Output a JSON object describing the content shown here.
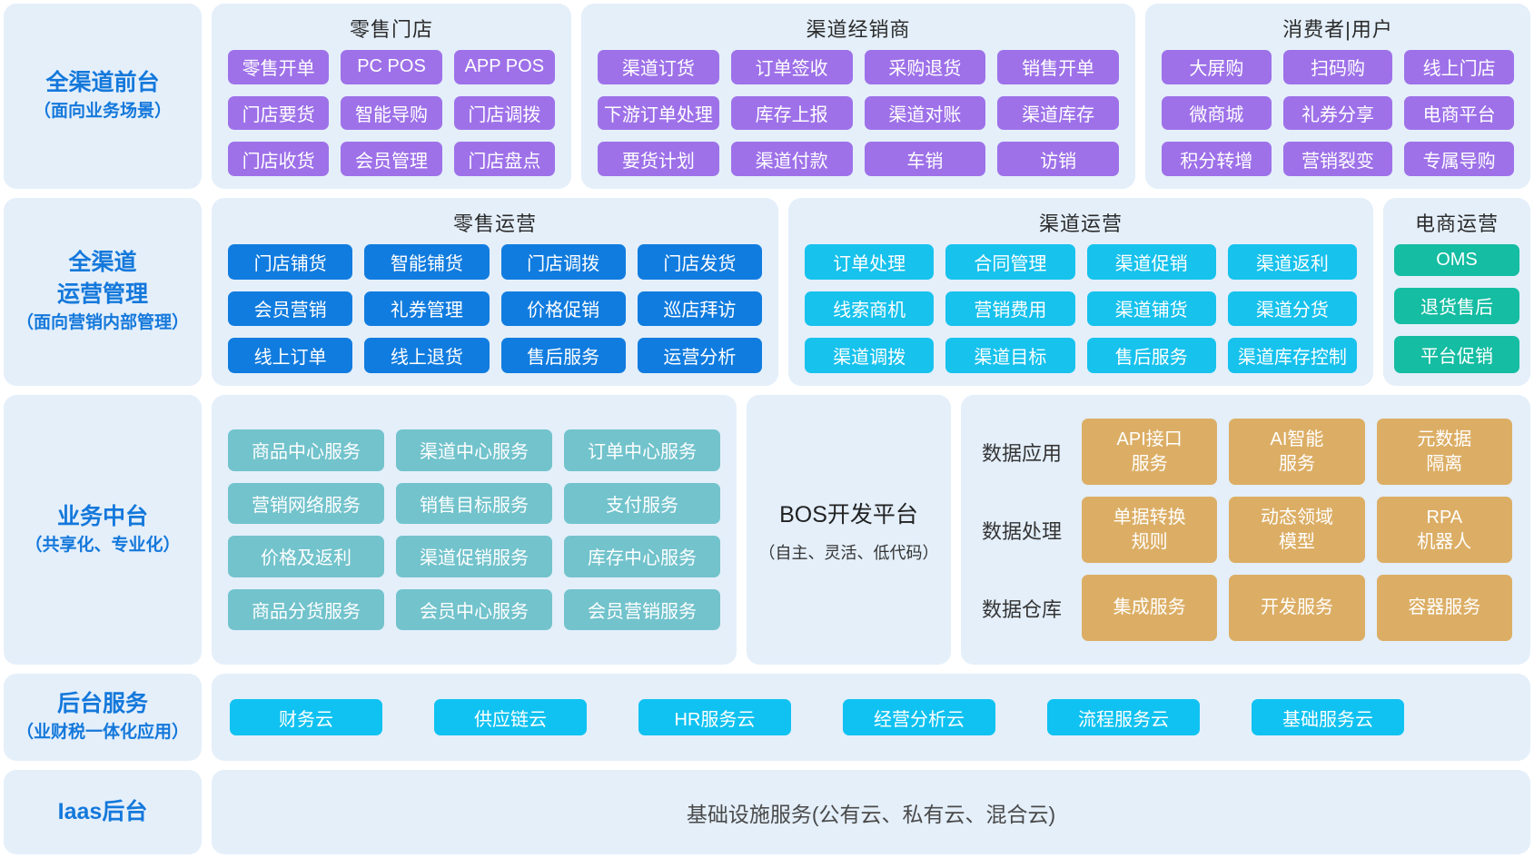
{
  "colors": {
    "panel_bg": "#E4EFFA",
    "purple": "#9E71E9",
    "blue": "#117CDF",
    "cyan": "#17C2ED",
    "green": "#15BDA2",
    "teal_muted": "#72C3CC",
    "gold": "#DCAE65",
    "bright_cyan": "#10C2F1",
    "label_blue": "#1478DB",
    "title_dark": "#2B2B2B"
  },
  "front": {
    "label_line1": "全渠道前台",
    "label_line2": "（面向业务场景）",
    "retail_store": {
      "title": "零售门店",
      "buttons": [
        "零售开单",
        "PC POS",
        "APP POS",
        "门店要货",
        "智能导购",
        "门店调拨",
        "门店收货",
        "会员管理",
        "门店盘点"
      ]
    },
    "dealer": {
      "title": "渠道经销商",
      "buttons": [
        "渠道订货",
        "订单签收",
        "采购退货",
        "销售开单",
        "下游订单处理",
        "库存上报",
        "渠道对账",
        "渠道库存",
        "要货计划",
        "渠道付款",
        "车销",
        "访销"
      ]
    },
    "consumer": {
      "title": "消费者|用户",
      "buttons": [
        "大屏购",
        "扫码购",
        "线上门店",
        "微商城",
        "礼券分享",
        "电商平台",
        "积分转增",
        "营销裂变",
        "专属导购"
      ]
    }
  },
  "ops": {
    "label_line1": "全渠道",
    "label_line2": "运营管理",
    "label_line3": "（面向营销内部管理）",
    "retail_ops": {
      "title": "零售运营",
      "buttons": [
        "门店铺货",
        "智能铺货",
        "门店调拨",
        "门店发货",
        "会员营销",
        "礼券管理",
        "价格促销",
        "巡店拜访",
        "线上订单",
        "线上退货",
        "售后服务",
        "运营分析"
      ]
    },
    "channel_ops": {
      "title": "渠道运营",
      "buttons": [
        "订单处理",
        "合同管理",
        "渠道促销",
        "渠道返利",
        "线索商机",
        "营销费用",
        "渠道铺货",
        "渠道分货",
        "渠道调拨",
        "渠道目标",
        "售后服务",
        "渠道库存控制"
      ]
    },
    "ecom_ops": {
      "title": "电商运营",
      "buttons": [
        "OMS",
        "退货售后",
        "平台促销"
      ]
    }
  },
  "middle": {
    "label_line1": "业务中台",
    "label_line2": "（共享化、专业化）",
    "services": [
      "商品中心服务",
      "渠道中心服务",
      "订单中心服务",
      "营销网络服务",
      "销售目标服务",
      "支付服务",
      "价格及返利",
      "渠道促销服务",
      "库存中心服务",
      "商品分货服务",
      "会员中心服务",
      "会员营销服务"
    ],
    "bos_title": "BOS开发平台",
    "bos_subtitle": "（自主、灵活、低代码）",
    "data_rows": [
      {
        "label": "数据应用",
        "buttons": [
          [
            "API接口",
            "服务"
          ],
          [
            "AI智能",
            "服务"
          ],
          [
            "元数据",
            "隔离"
          ]
        ]
      },
      {
        "label": "数据处理",
        "buttons": [
          [
            "单据转换",
            "规则"
          ],
          [
            "动态领域",
            "模型"
          ],
          [
            "RPA",
            "机器人"
          ]
        ]
      },
      {
        "label": "数据仓库",
        "buttons": [
          [
            "集成服务"
          ],
          [
            "开发服务"
          ],
          [
            "容器服务"
          ]
        ]
      }
    ]
  },
  "backend": {
    "label_line1": "后台服务",
    "label_line2": "（业财税一体化应用）",
    "buttons": [
      "财务云",
      "供应链云",
      "HR服务云",
      "经营分析云",
      "流程服务云",
      "基础服务云"
    ]
  },
  "iaas": {
    "label_line1": "Iaas后台",
    "content": "基础设施服务(公有云、私有云、混合云)"
  }
}
